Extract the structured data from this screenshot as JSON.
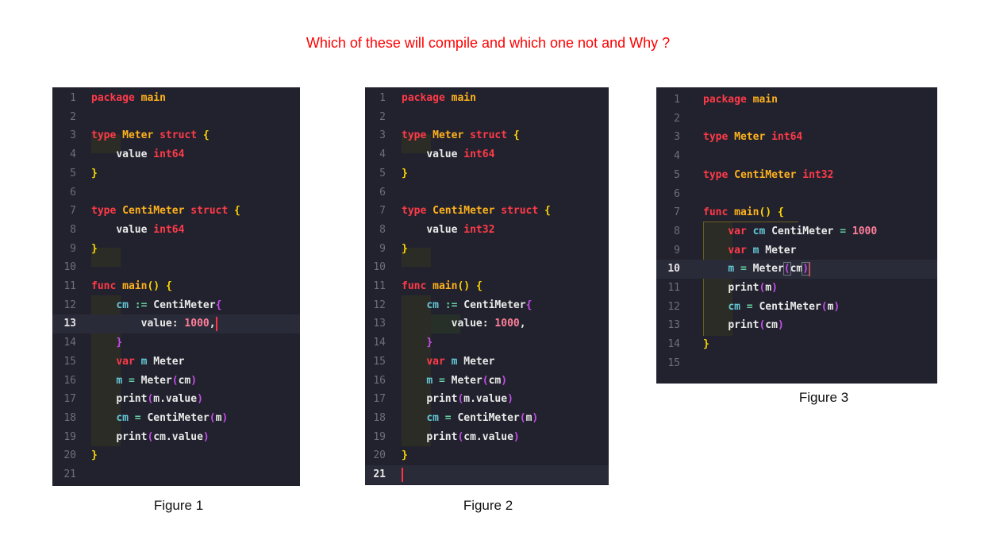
{
  "question": "Which of these will compile and which one not and Why ?",
  "colors": {
    "question": "#ff0000",
    "editor_bg": "#22222e",
    "keyword": "#ff3a48",
    "type_name": "#ffb21d",
    "identifier": "#eaeaea",
    "variable": "#64c7d5",
    "number": "#ff7e9a",
    "paren": "#c74ded",
    "brace": "#ffd700",
    "cursor": "#ff3344"
  },
  "figures": [
    {
      "caption": "Figure 1",
      "current_line": 13,
      "lines": [
        {
          "n": "1",
          "text": "package main"
        },
        {
          "n": "2",
          "text": ""
        },
        {
          "n": "3",
          "text": "type Meter struct {"
        },
        {
          "n": "4",
          "text": "    value int64"
        },
        {
          "n": "5",
          "text": "}"
        },
        {
          "n": "6",
          "text": ""
        },
        {
          "n": "7",
          "text": "type CentiMeter struct {"
        },
        {
          "n": "8",
          "text": "    value int64"
        },
        {
          "n": "9",
          "text": "}"
        },
        {
          "n": "10",
          "text": ""
        },
        {
          "n": "11",
          "text": "func main() {"
        },
        {
          "n": "12",
          "text": "    cm := CentiMeter{"
        },
        {
          "n": "13",
          "text": "        value: 1000,"
        },
        {
          "n": "14",
          "text": "    }"
        },
        {
          "n": "15",
          "text": "    var m Meter"
        },
        {
          "n": "16",
          "text": "    m = Meter(cm)"
        },
        {
          "n": "17",
          "text": "    print(m.value)"
        },
        {
          "n": "18",
          "text": "    cm = CentiMeter(m)"
        },
        {
          "n": "19",
          "text": "    print(cm.value)"
        },
        {
          "n": "20",
          "text": "}"
        },
        {
          "n": "21",
          "text": ""
        }
      ]
    },
    {
      "caption": "Figure 2",
      "current_line": 21,
      "lines": [
        {
          "n": "1",
          "text": "package main"
        },
        {
          "n": "2",
          "text": ""
        },
        {
          "n": "3",
          "text": "type Meter struct {"
        },
        {
          "n": "4",
          "text": "    value int64"
        },
        {
          "n": "5",
          "text": "}"
        },
        {
          "n": "6",
          "text": ""
        },
        {
          "n": "7",
          "text": "type CentiMeter struct {"
        },
        {
          "n": "8",
          "text": "    value int32"
        },
        {
          "n": "9",
          "text": "}"
        },
        {
          "n": "10",
          "text": ""
        },
        {
          "n": "11",
          "text": "func main() {"
        },
        {
          "n": "12",
          "text": "    cm := CentiMeter{"
        },
        {
          "n": "13",
          "text": "        value: 1000,"
        },
        {
          "n": "14",
          "text": "    }"
        },
        {
          "n": "15",
          "text": "    var m Meter"
        },
        {
          "n": "16",
          "text": "    m = Meter(cm)"
        },
        {
          "n": "17",
          "text": "    print(m.value)"
        },
        {
          "n": "18",
          "text": "    cm = CentiMeter(m)"
        },
        {
          "n": "19",
          "text": "    print(cm.value)"
        },
        {
          "n": "20",
          "text": "}"
        },
        {
          "n": "21",
          "text": ""
        }
      ]
    },
    {
      "caption": "Figure 3",
      "current_line": 10,
      "lines": [
        {
          "n": "1",
          "text": "package main"
        },
        {
          "n": "2",
          "text": ""
        },
        {
          "n": "3",
          "text": "type Meter int64"
        },
        {
          "n": "4",
          "text": ""
        },
        {
          "n": "5",
          "text": "type CentiMeter int32"
        },
        {
          "n": "6",
          "text": ""
        },
        {
          "n": "7",
          "text": "func main() {"
        },
        {
          "n": "8",
          "text": "    var cm CentiMeter = 1000"
        },
        {
          "n": "9",
          "text": "    var m Meter"
        },
        {
          "n": "10",
          "text": "    m = Meter(cm)"
        },
        {
          "n": "11",
          "text": "    print(m)"
        },
        {
          "n": "12",
          "text": "    cm = CentiMeter(m)"
        },
        {
          "n": "13",
          "text": "    print(cm)"
        },
        {
          "n": "14",
          "text": "}"
        },
        {
          "n": "15",
          "text": ""
        }
      ]
    }
  ]
}
